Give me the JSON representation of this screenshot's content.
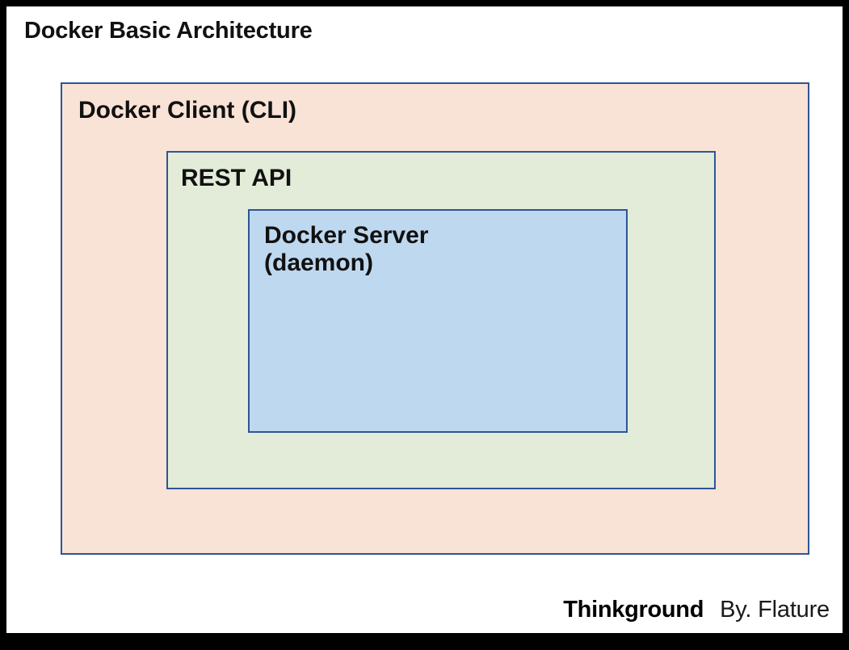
{
  "diagram": {
    "title": "Docker Basic Architecture",
    "boxes": [
      {
        "id": "docker-client",
        "label": "Docker Client (CLI)",
        "fill": "#f9e2d6",
        "border": "#2d5596",
        "level": 1
      },
      {
        "id": "rest-api",
        "label": "REST API",
        "fill": "#e3ecd9",
        "border": "#2d5596",
        "level": 2
      },
      {
        "id": "docker-server",
        "label": "Docker Server\n(daemon)",
        "fill": "#bed8ef",
        "border": "#2d5596",
        "level": 3
      }
    ]
  },
  "footer": {
    "brand": "Thinkground",
    "author": "By. Flature"
  },
  "colors": {
    "frame": "#000000",
    "background": "#ffffff",
    "text": "#111111",
    "box_border": "#2d5596",
    "client_fill": "#f9e2d6",
    "api_fill": "#e3ecd9",
    "server_fill": "#bed8ef"
  }
}
